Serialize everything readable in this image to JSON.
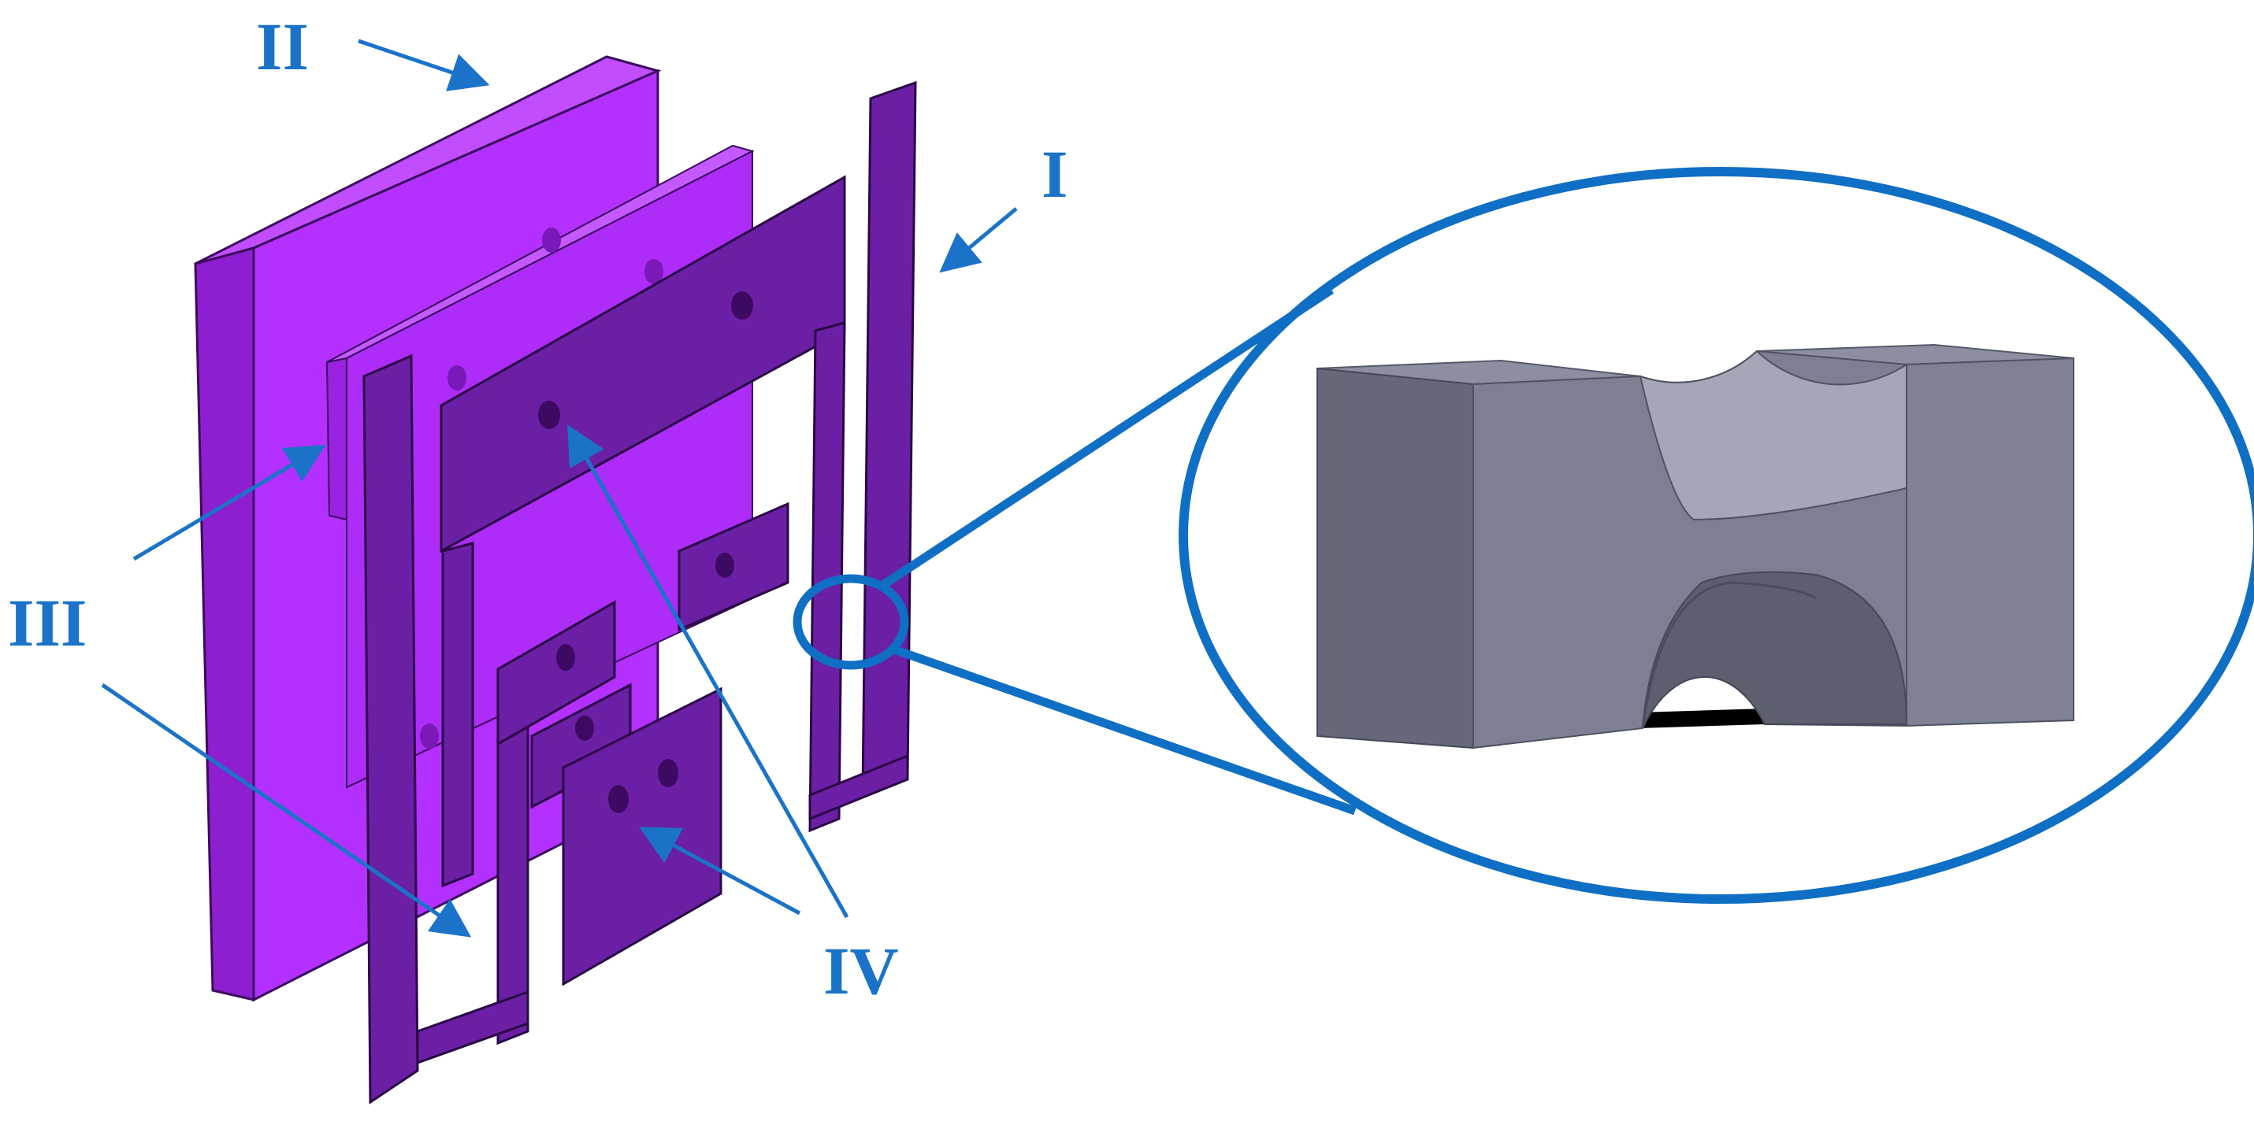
{
  "labels": {
    "I": "I",
    "II": "II",
    "III": "III",
    "IV": "IV"
  },
  "colors": {
    "label_blue": "#1a73c8",
    "callout_blue": "#0f6fc4",
    "back_plate": "#b330ff",
    "back_plate_side": "#8d1fd1",
    "mid_plate": "#ad2cf8",
    "flexure_plate": "#6b1fa5",
    "flexure_edge": "#4a1174",
    "hinge_face": "#7c8092",
    "hinge_dark": "#646878",
    "hinge_light": "#a3a7b7",
    "hinge_shadow": "#000000"
  },
  "icons": {
    "callout": "magnifier-callout-ellipse",
    "hinge": "flexure-hinge-block"
  }
}
